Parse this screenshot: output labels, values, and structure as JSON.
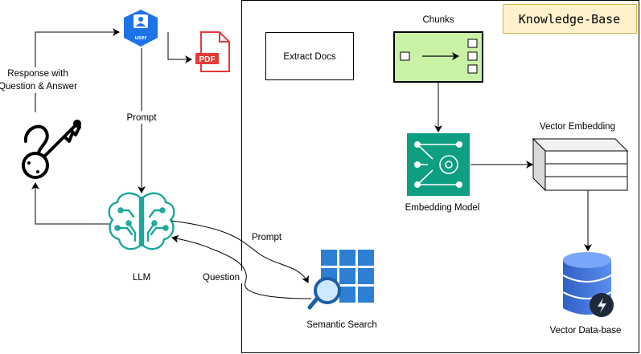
{
  "labels": {
    "knowledge_base": "Knowledge-Base",
    "chunks": "Chunks",
    "extract_docs": "Extract Docs",
    "vector_embedding": "Vector Embedding",
    "embedding_model": "Embedding Model",
    "vector_database": "Vector Data-base",
    "semantic_search": "Semantic Search",
    "llm": "LLM",
    "prompt_user_to_llm": "Prompt",
    "prompt_llm_to_search": "Prompt",
    "question": "Question",
    "response_line1": "Response with",
    "response_line2": "Question & Answer",
    "user_icon_text": "user",
    "pdf_icon_text": "PDF"
  },
  "colors": {
    "user_blue": "#1d73e8",
    "pdf_red": "#e53935",
    "chunks_fill": "#c9f2a7",
    "embedding_model_green": "#0e9e82",
    "llm_teal": "#1aa79a",
    "search_blue": "#2d7fd3",
    "database_blue": "#3b6fd8",
    "knowledge_base_label_bg": "#fff2cc"
  }
}
